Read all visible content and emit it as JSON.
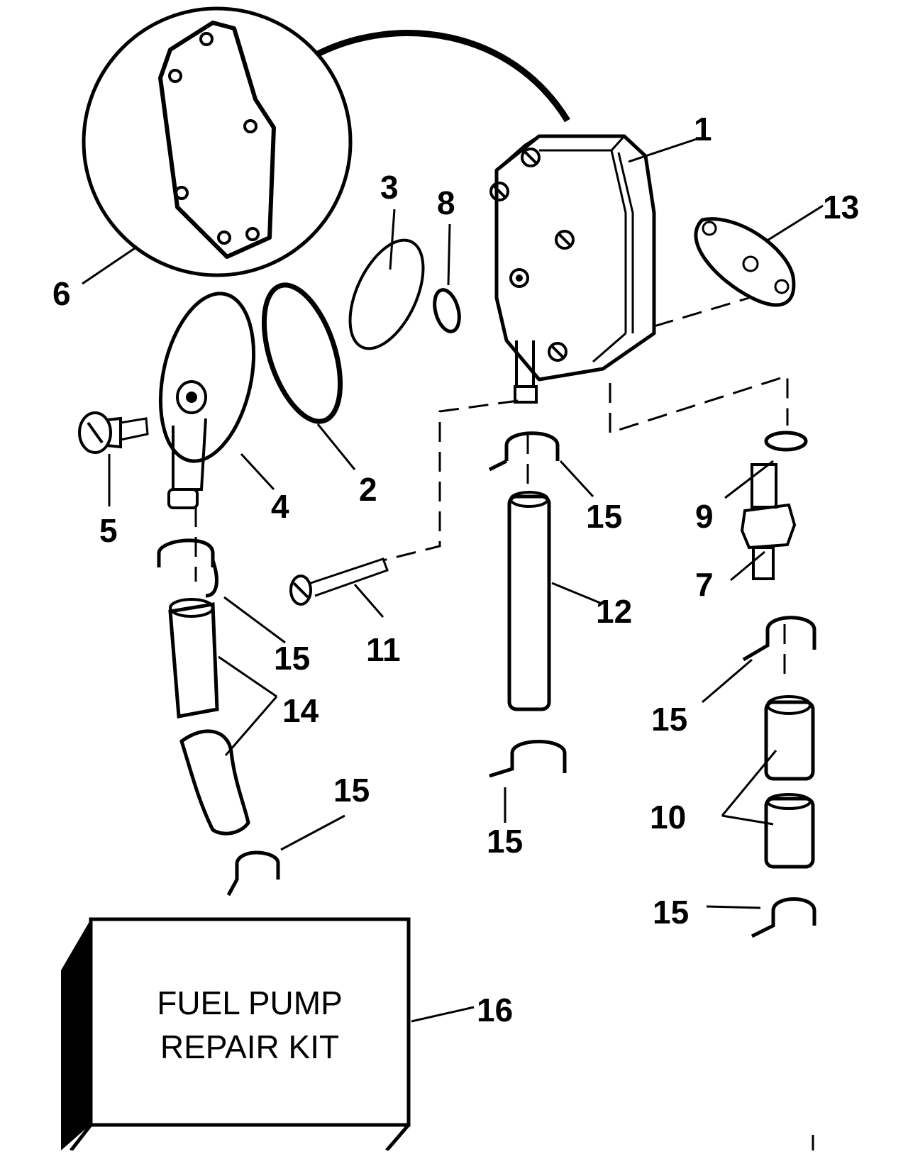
{
  "diagram": {
    "parts": [
      {
        "id": "p1",
        "label": "1"
      },
      {
        "id": "p2",
        "label": "2"
      },
      {
        "id": "p3",
        "label": "3"
      },
      {
        "id": "p4",
        "label": "4"
      },
      {
        "id": "p5",
        "label": "5"
      },
      {
        "id": "p6",
        "label": "6"
      },
      {
        "id": "p7",
        "label": "7"
      },
      {
        "id": "p8",
        "label": "8"
      },
      {
        "id": "p9",
        "label": "9"
      },
      {
        "id": "p10",
        "label": "10"
      },
      {
        "id": "p11",
        "label": "11"
      },
      {
        "id": "p12",
        "label": "12"
      },
      {
        "id": "p13",
        "label": "13"
      },
      {
        "id": "p14",
        "label": "14"
      },
      {
        "id": "p15a",
        "label": "15"
      },
      {
        "id": "p15b",
        "label": "15"
      },
      {
        "id": "p15c",
        "label": "15"
      },
      {
        "id": "p15d",
        "label": "15"
      },
      {
        "id": "p15e",
        "label": "15"
      },
      {
        "id": "p15f",
        "label": "15"
      },
      {
        "id": "p16",
        "label": "16"
      }
    ],
    "kit_box": {
      "line1": "FUEL PUMP",
      "line2": "REPAIR KIT"
    }
  }
}
